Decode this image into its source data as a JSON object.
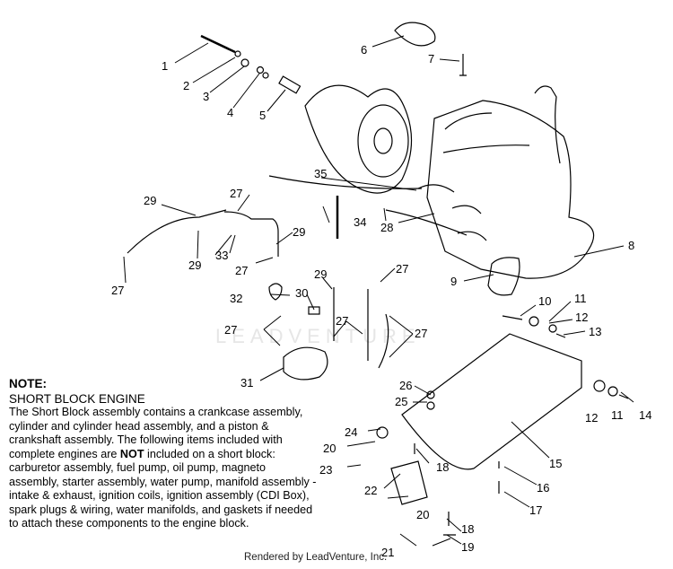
{
  "watermark": "LEADVENTURE",
  "render_credit": "Rendered by LeadVenture, Inc.",
  "note": {
    "title": "NOTE:",
    "subtitle": "SHORT BLOCK ENGINE",
    "body_1": "The Short Block assembly contains a crankcase assembly, cylinder and cylinder head assembly, and a piston & crankshaft assembly.  The following items included with complete engines are",
    "body_not": "NOT",
    "body_2": "included on a short block:  carburetor assembly, fuel pump, oil pump, magneto assembly, starter assembly, water pump, manifold assembly - intake & exhaust, ignition coils, ignition assembly (CDI Box), spark plugs & wiring, water manifolds, and gaskets if needed to attach these components to the engine block."
  },
  "callouts": [
    {
      "id": "c1",
      "text": "1"
    },
    {
      "id": "c2",
      "text": "2"
    },
    {
      "id": "c3",
      "text": "3"
    },
    {
      "id": "c4",
      "text": "4"
    },
    {
      "id": "c5",
      "text": "5"
    },
    {
      "id": "c6",
      "text": "6"
    },
    {
      "id": "c7",
      "text": "7"
    },
    {
      "id": "c8",
      "text": "8"
    },
    {
      "id": "c9",
      "text": "9"
    },
    {
      "id": "c10",
      "text": "10"
    },
    {
      "id": "c11a",
      "text": "11"
    },
    {
      "id": "c11b",
      "text": "11"
    },
    {
      "id": "c12a",
      "text": "12"
    },
    {
      "id": "c12b",
      "text": "12"
    },
    {
      "id": "c13",
      "text": "13"
    },
    {
      "id": "c14",
      "text": "14"
    },
    {
      "id": "c15",
      "text": "15"
    },
    {
      "id": "c16",
      "text": "16"
    },
    {
      "id": "c17",
      "text": "17"
    },
    {
      "id": "c18a",
      "text": "18"
    },
    {
      "id": "c18b",
      "text": "18"
    },
    {
      "id": "c19",
      "text": "19"
    },
    {
      "id": "c20a",
      "text": "20"
    },
    {
      "id": "c20b",
      "text": "20"
    },
    {
      "id": "c21",
      "text": "21"
    },
    {
      "id": "c22",
      "text": "22"
    },
    {
      "id": "c23",
      "text": "23"
    },
    {
      "id": "c24",
      "text": "24"
    },
    {
      "id": "c25",
      "text": "25"
    },
    {
      "id": "c26",
      "text": "26"
    },
    {
      "id": "c27a",
      "text": "27"
    },
    {
      "id": "c27b",
      "text": "27"
    },
    {
      "id": "c27c",
      "text": "27"
    },
    {
      "id": "c27d",
      "text": "27"
    },
    {
      "id": "c27e",
      "text": "27"
    },
    {
      "id": "c27f",
      "text": "27"
    },
    {
      "id": "c27g",
      "text": "27"
    },
    {
      "id": "c28",
      "text": "28"
    },
    {
      "id": "c29a",
      "text": "29"
    },
    {
      "id": "c29b",
      "text": "29"
    },
    {
      "id": "c29c",
      "text": "29"
    },
    {
      "id": "c29d",
      "text": "29"
    },
    {
      "id": "c30",
      "text": "30"
    },
    {
      "id": "c31",
      "text": "31"
    },
    {
      "id": "c32",
      "text": "32"
    },
    {
      "id": "c33",
      "text": "33"
    },
    {
      "id": "c34",
      "text": "34"
    },
    {
      "id": "c35",
      "text": "35"
    }
  ]
}
